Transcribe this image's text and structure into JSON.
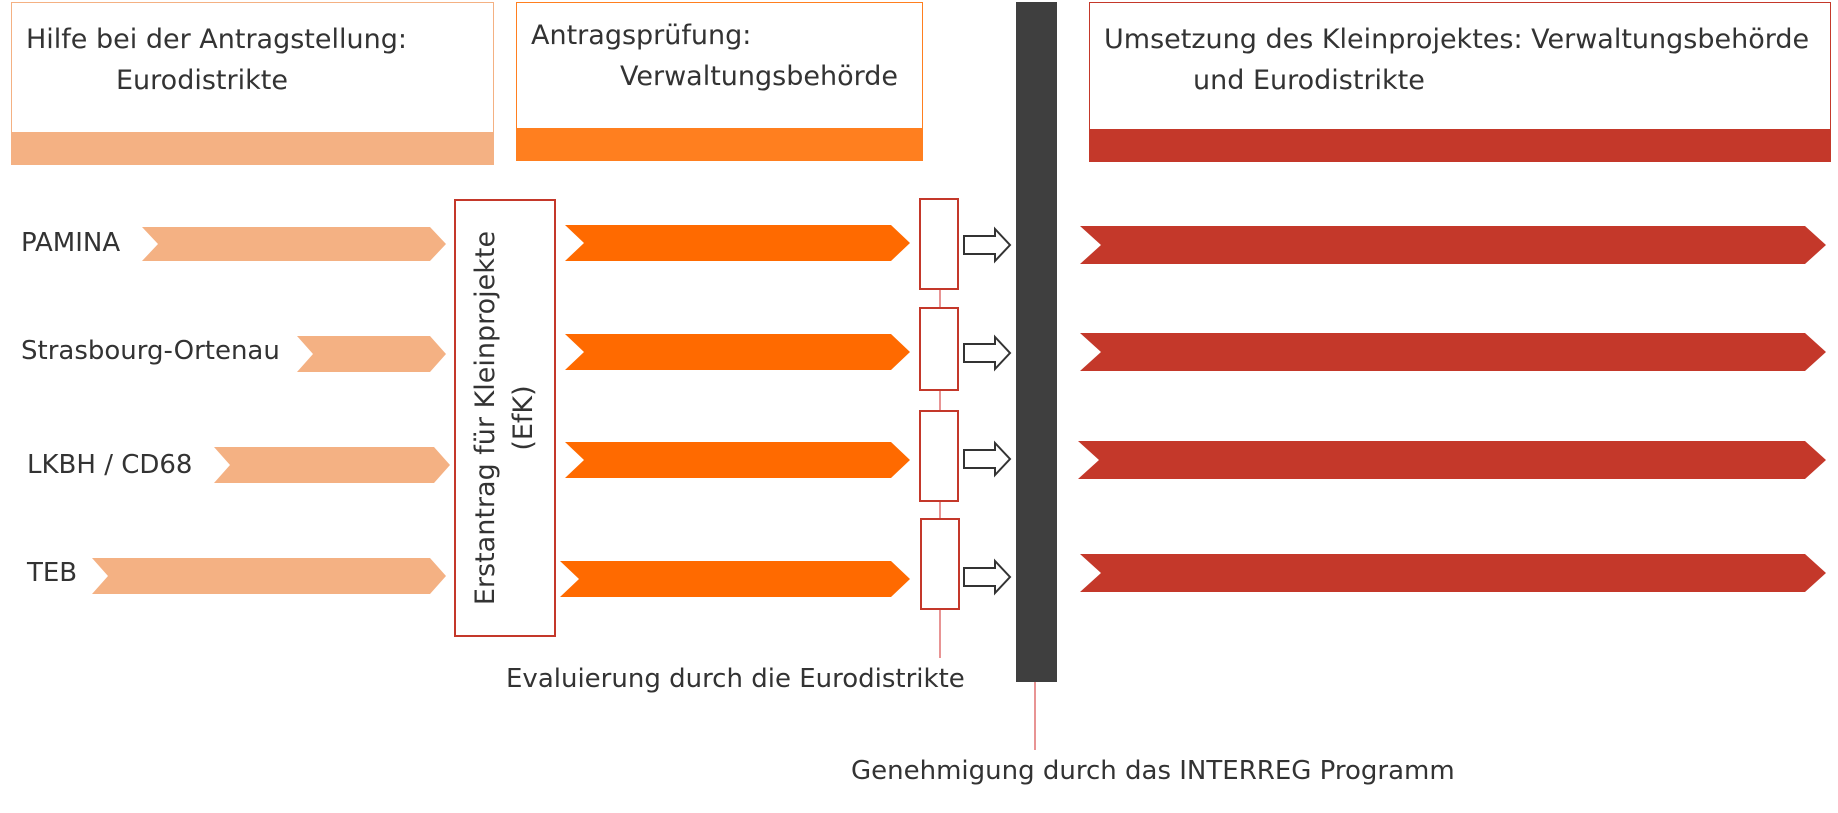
{
  "headers": [
    {
      "line1": "Hilfe bei der Antragstellung:",
      "line2": "Eurodistrikte",
      "color": "#F4B183",
      "border": "#F4B183"
    },
    {
      "line1": "Antragsprüfung:",
      "line2": "Verwaltungsbehörde",
      "color": "#FF7F1F",
      "border": "#FF7F1F"
    },
    {
      "line1": "Umsetzung des Kleinprojektes: Verwaltungsbehörde",
      "line2": "und Eurodistrikte",
      "color": "#C4382A",
      "border": "#C4382A"
    }
  ],
  "districts": [
    "PAMINA",
    "Strasbourg-Ortenau",
    "LKBH / CD68",
    "TEB"
  ],
  "central_box": {
    "line1": "Erstantrag für Kleinprojekte",
    "line2": "(EfK)"
  },
  "evaluation_label": "Evaluierung durch die Eurodistrikte",
  "approval_label": "Genehmigung durch das INTERREG Programm",
  "colors": {
    "light": "#F4B183",
    "orange": "#FF6A00",
    "red": "#C4382A",
    "boxBorder": "#C4382A",
    "bar": "#3F3F3F"
  }
}
